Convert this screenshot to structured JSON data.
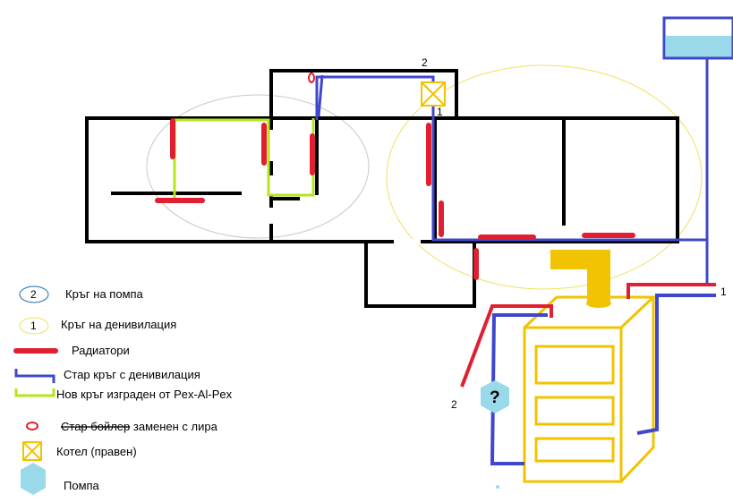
{
  "colors": {
    "wall": "#000000",
    "old_circuit": "#3f48cc",
    "new_circuit": "#b5e61d",
    "radiator": "#e02030",
    "boiler": "#f2c300",
    "pump": "#99d9ea",
    "pump_circle": "#1a6fa8",
    "gravity_circle": "#f0e060",
    "pump_zone_ellipse": "#c8c8c8"
  },
  "labels": {
    "boiler_label_2": "2",
    "boiler_label_1": "1",
    "outlet_1": "1",
    "outlet_2": "2",
    "unknown_pump": "?"
  },
  "legend": {
    "pump_circuit": {
      "symbol": "2",
      "text": "Кръг на помпа"
    },
    "gravity_circuit": {
      "symbol": "1",
      "text": "Кръг на денивилация"
    },
    "radiators": {
      "text": "Радиатори"
    },
    "old_circuit": {
      "text": "Стар кръг с денивилация"
    },
    "new_circuit": {
      "text": "Нов кръг изграден от Pex-Al-Pex"
    },
    "old_boiler": {
      "struck": "Стар бойлер",
      "rest": " заменен с лира"
    },
    "boiler": {
      "text": "Котел (правен)"
    },
    "pump": {
      "text": "Помпа"
    }
  }
}
